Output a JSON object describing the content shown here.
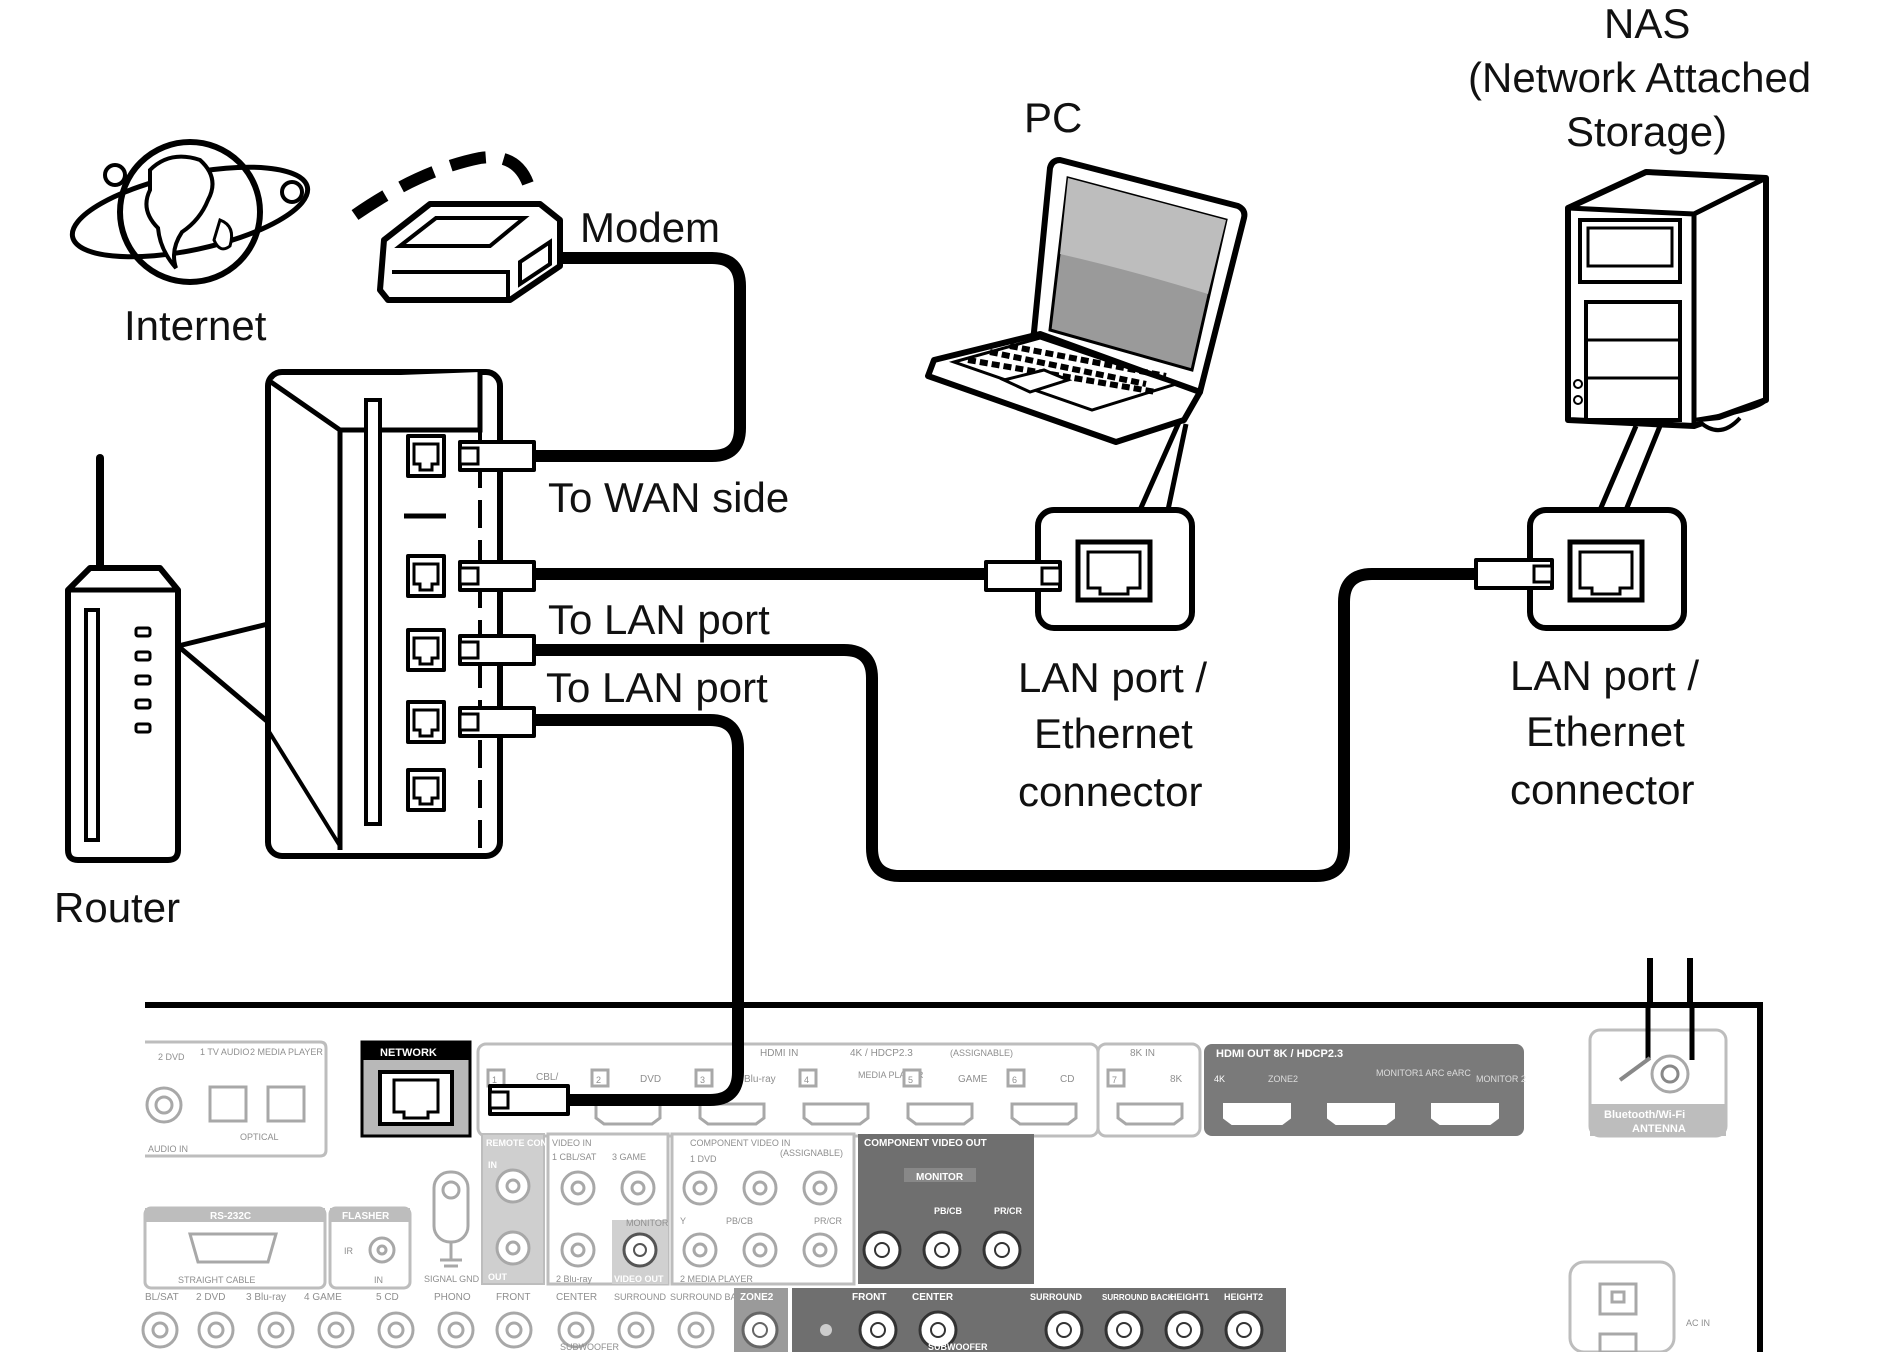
{
  "labels": {
    "nas_line1": "NAS",
    "nas_line2": "(Network Attached",
    "nas_line3": "Storage)",
    "pc": "PC",
    "modem": "Modem",
    "internet": "Internet",
    "router": "Router",
    "to_wan_side": "To WAN side",
    "to_lan_port_1": "To LAN port",
    "to_lan_port_2": "To LAN port",
    "pc_port_line1": "LAN port /",
    "pc_port_line2": "Ethernet",
    "pc_port_line3": "connector",
    "nas_port_line1": "LAN port /",
    "nas_port_line2": "Ethernet",
    "nas_port_line3": "connector"
  },
  "receiver_panel": {
    "network": "NETWORK",
    "hdmi_in": "HDMI IN",
    "hdmi_in_spec": "4K / HDCP2.3",
    "assignable": "(ASSIGNABLE)",
    "hdmi_inputs": [
      "CBL/",
      "DVD",
      "Blu-ray",
      "MEDIA PLAYER",
      "GAME",
      "CD"
    ],
    "hdmi_numbers": [
      "1",
      "2",
      "3",
      "4",
      "5",
      "6",
      "7"
    ],
    "eight_k_in": "8K IN",
    "eight_k": "8K",
    "hdmi_out": "HDMI OUT  8K / HDCP2.3",
    "four_k": "4K",
    "zone2": "ZONE2",
    "monitor1": "MONITOR1 ARC eARC",
    "monitor2": "MONITOR 2",
    "bt_antenna_line1": "Bluetooth/Wi-Fi",
    "bt_antenna_line2": "ANTENNA",
    "audio_top": [
      "2 DVD",
      "1 TV AUDIO",
      "2 MEDIA PLAYER"
    ],
    "optical": "OPTICAL",
    "audio_in": "AUDIO IN",
    "remote_control": "REMOTE CONTROL",
    "remote_in": "IN",
    "remote_out": "OUT",
    "video_in": "VIDEO IN",
    "video_in_items": [
      "1 CBL/SAT",
      "3 GAME",
      "2 Blu-ray"
    ],
    "monitor_label": "MONITOR",
    "video_out": "VIDEO OUT",
    "component_video_in": "COMPONENT VIDEO IN",
    "component_in_items": [
      "1 DVD",
      "2 MEDIA PLAYER"
    ],
    "component_video_out": "COMPONENT VIDEO OUT",
    "component_monitor": "MONITOR",
    "pb_cb": "PB/CB",
    "pr_cr": "PR/CR",
    "y": "Y",
    "rs232c": "RS-232C",
    "straight_cable": "STRAIGHT CABLE",
    "flasher": "FLASHER",
    "flasher_ir": "IR",
    "flasher_in": "IN",
    "signal_gnd": "SIGNAL GND",
    "bottom_audio": [
      "BL/SAT",
      "2 DVD",
      "3 Blu-ray",
      "4 GAME",
      "5 CD"
    ],
    "phono": "PHONO",
    "preout": [
      "FRONT",
      "CENTER",
      "SURROUND",
      "SURROUND BACK"
    ],
    "subwoofer": "SUBWOOFER",
    "zone2_pre": "ZONE2",
    "speaker_labels": [
      "FRONT",
      "CENTER",
      "SURROUND",
      "SURROUND BACK",
      "HEIGHT1",
      "HEIGHT2"
    ],
    "ac_in": "AC IN"
  },
  "colors": {
    "line": "#000000",
    "panel_gray": "#bdbdbd",
    "panel_dark": "#6a6a6a",
    "background": "#ffffff"
  }
}
